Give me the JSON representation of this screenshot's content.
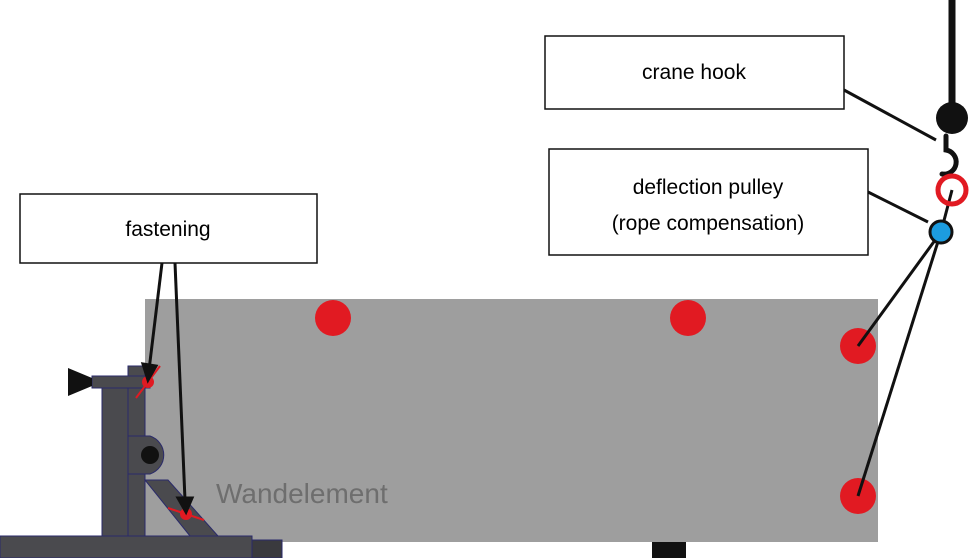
{
  "labels": {
    "crane_hook": "crane hook",
    "deflection_pulley_line1": "deflection pulley",
    "deflection_pulley_line2": "(rope compensation)",
    "fastening": "fastening",
    "wall_element": "Wandelement"
  },
  "colors": {
    "wall_panel": "#9e9e9e",
    "wall_label": "#6e6e6e",
    "lifting_point": "#e11a22",
    "pulley": "#1c9ce0",
    "frame_dark": "#4a4a4e",
    "frame_outline": "#2a2a6a",
    "rope": "#111111",
    "fastener": "#e11a22"
  },
  "icons": {
    "hook": "crane-hook-icon",
    "pulley": "deflection-pulley-icon",
    "lifting_point": "lifting-point-icon",
    "fastener": "fastener-icon"
  }
}
